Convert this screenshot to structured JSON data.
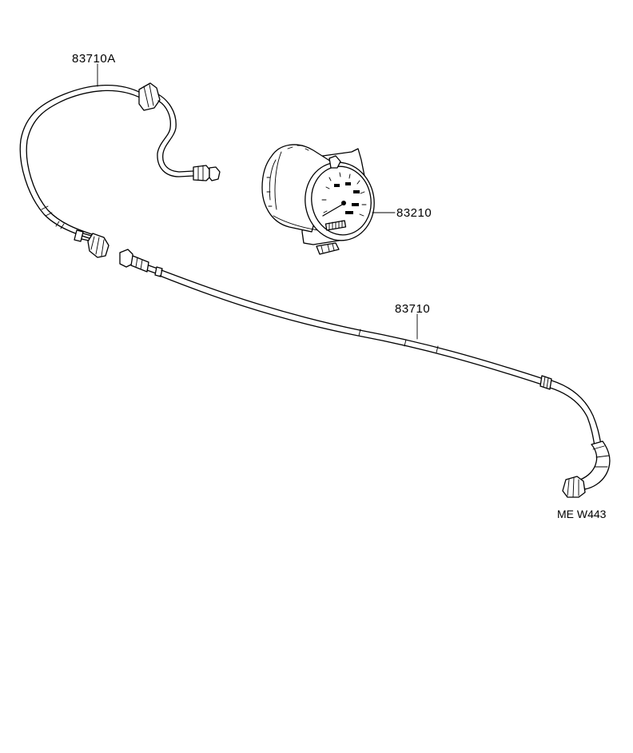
{
  "parts": {
    "upper_cable": "83710A",
    "speedometer": "83210",
    "lower_cable": "83710"
  },
  "drawing_code": "ME W443"
}
